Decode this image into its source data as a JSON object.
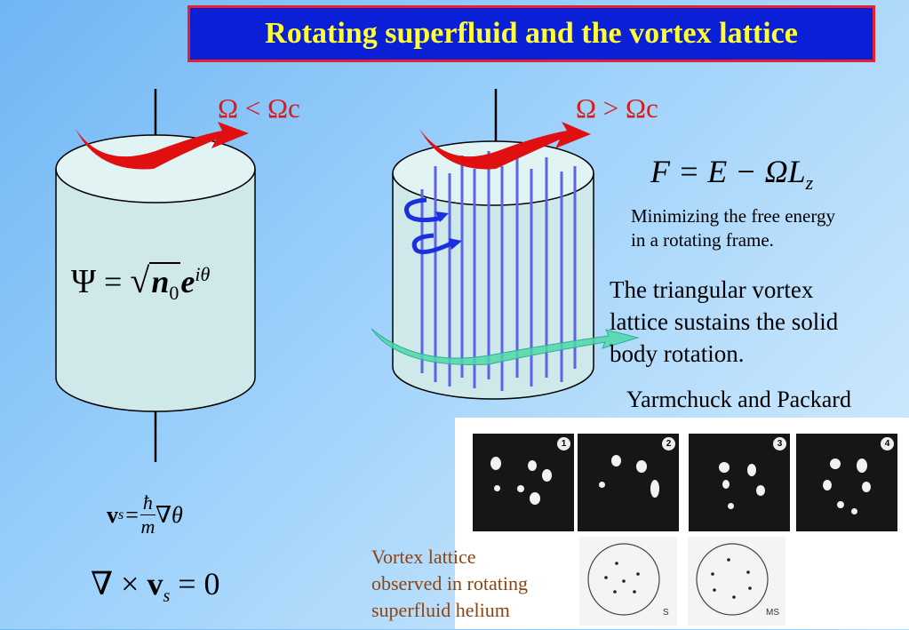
{
  "slide": {
    "title": "Rotating superfluid and the vortex lattice",
    "omega_left": "Ω < Ωc",
    "omega_right": "Ω > Ωc",
    "psi_eq": {
      "lhs": "Ψ",
      "eq": "=",
      "n": "n",
      "sub": "0",
      "e": "e",
      "exp": "iθ"
    },
    "free_energy_eq": {
      "text": "F = E − ΩL",
      "sub": "z"
    },
    "minimizing_text_1": "Minimizing the free energy",
    "minimizing_text_2": "in a rotating frame.",
    "lattice_text_1": "The triangular vortex",
    "lattice_text_2": "lattice sustains the solid",
    "lattice_text_3": "body rotation.",
    "authors": "Yarmchuck and Packard",
    "vs_eq": {
      "v": "v",
      "s": "s",
      "eq": "=",
      "hbar": "ħ",
      "m": "m",
      "grad": "∇θ"
    },
    "curl_eq": {
      "nabla": "∇ × ",
      "v": "v",
      "s": "s",
      "rest": " = 0"
    },
    "caption_1": "Vortex lattice",
    "caption_2": "observed in rotating",
    "caption_3": "superfluid helium",
    "photo_numbers": [
      "1",
      "2",
      "3",
      "4"
    ],
    "sketch_labels": [
      "S",
      "MS"
    ]
  },
  "colors": {
    "title_bg": "#0a1fd6",
    "title_text": "#ffff33",
    "title_border": "#e8202a",
    "omega": "#d81c1c",
    "caption": "#8b4513",
    "vortex_line": "#5b63e6"
  }
}
